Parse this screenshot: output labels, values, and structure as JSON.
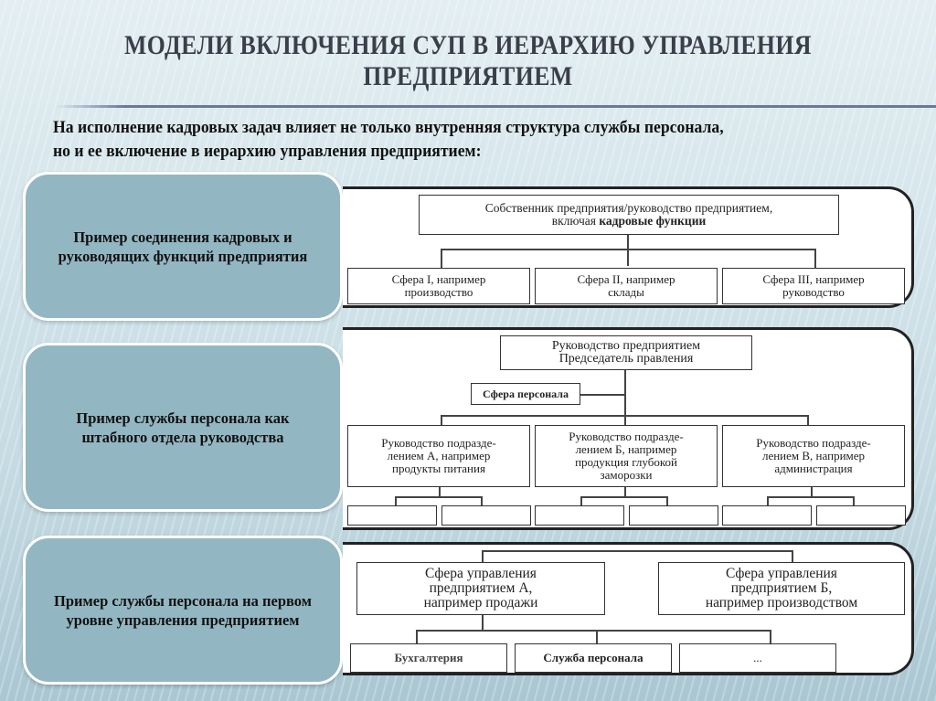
{
  "title": {
    "line1": "МОДЕЛИ ВКЛЮЧЕНИЯ СУП В ИЕРАРХИЮ УПРАВЛЕНИЯ",
    "line2": "ПРЕДПРИЯТИЕМ"
  },
  "intro": {
    "line1": "На исполнение кадровых задач влияет не только внутренняя структура службы персонала,",
    "line2": "но и ее включение в иерархию управления предприятием:"
  },
  "models": [
    {
      "label": "Пример соединения кадровых и руководящих функций предприятия",
      "top": {
        "line1": "Собственник предприятия/руководство предприятием,",
        "line2_plain": "включая ",
        "line2_bold": "кадровые функции"
      },
      "children": [
        {
          "line1": "Сфера I, например",
          "line2": "производство"
        },
        {
          "line1": "Сфера II, например",
          "line2": "склады"
        },
        {
          "line1": "Сфера III, например",
          "line2": "руководство"
        }
      ]
    },
    {
      "label": "Пример службы персонала как штабного отдела руководства",
      "top": {
        "line1": "Руководство предприятием",
        "line2": "Председатель правления"
      },
      "staff": "Сфера персонала",
      "children": [
        {
          "line1": "Руководство подразде-",
          "line2": "лением А, например",
          "line3": "продукты питания"
        },
        {
          "line1": "Руководство подразде-",
          "line2": "лением Б, например",
          "line3": "продукция глубокой",
          "line4": "заморозки"
        },
        {
          "line1": "Руководство подразде-",
          "line2": "лением В, например",
          "line3": "администрация"
        }
      ]
    },
    {
      "label": "Пример службы персонала на первом уровне управления предприятием",
      "spheres": [
        {
          "line1": "Сфера управления",
          "line2": "предприятием А,",
          "line3": "например продажи"
        },
        {
          "line1": "Сфера управления",
          "line2": "предприятием Б,",
          "line3": "например производством"
        }
      ],
      "units": [
        "Бухгалтерия",
        "Служба персонала",
        "..."
      ]
    }
  ]
}
